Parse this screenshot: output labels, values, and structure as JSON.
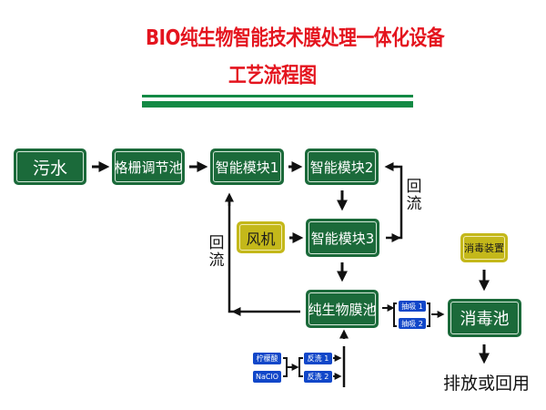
{
  "title": {
    "line1": "BIO纯生物智能技术膜处理一体化设备",
    "line2": "工艺流程图"
  },
  "colors": {
    "title_red": "#e4141e",
    "process_green": "#1b6a3a",
    "divider_green": "#128a44",
    "equipment_yellow": "#c4b81a",
    "auxiliary_blue": "#1147c9"
  },
  "nodes": {
    "sewage": "污水",
    "screen_tank": "格栅调节池",
    "module1": "智能模块1",
    "module2": "智能模块2",
    "module3": "智能模块3",
    "blower": "风机",
    "biofilm_tank": "纯生物膜池",
    "disinfect_device": "消毒装置",
    "disinfect_tank": "消毒池",
    "discharge": "排放或回用"
  },
  "aux": {
    "suction1": "抽吸 1",
    "suction2": "抽吸 2",
    "citric_acid": "柠檬酸",
    "naclo": "NaClO",
    "backwash1": "反洗 1",
    "backwash2": "反洗 2"
  },
  "labels": {
    "reflux_right": "回流",
    "reflux_left": "回流"
  }
}
